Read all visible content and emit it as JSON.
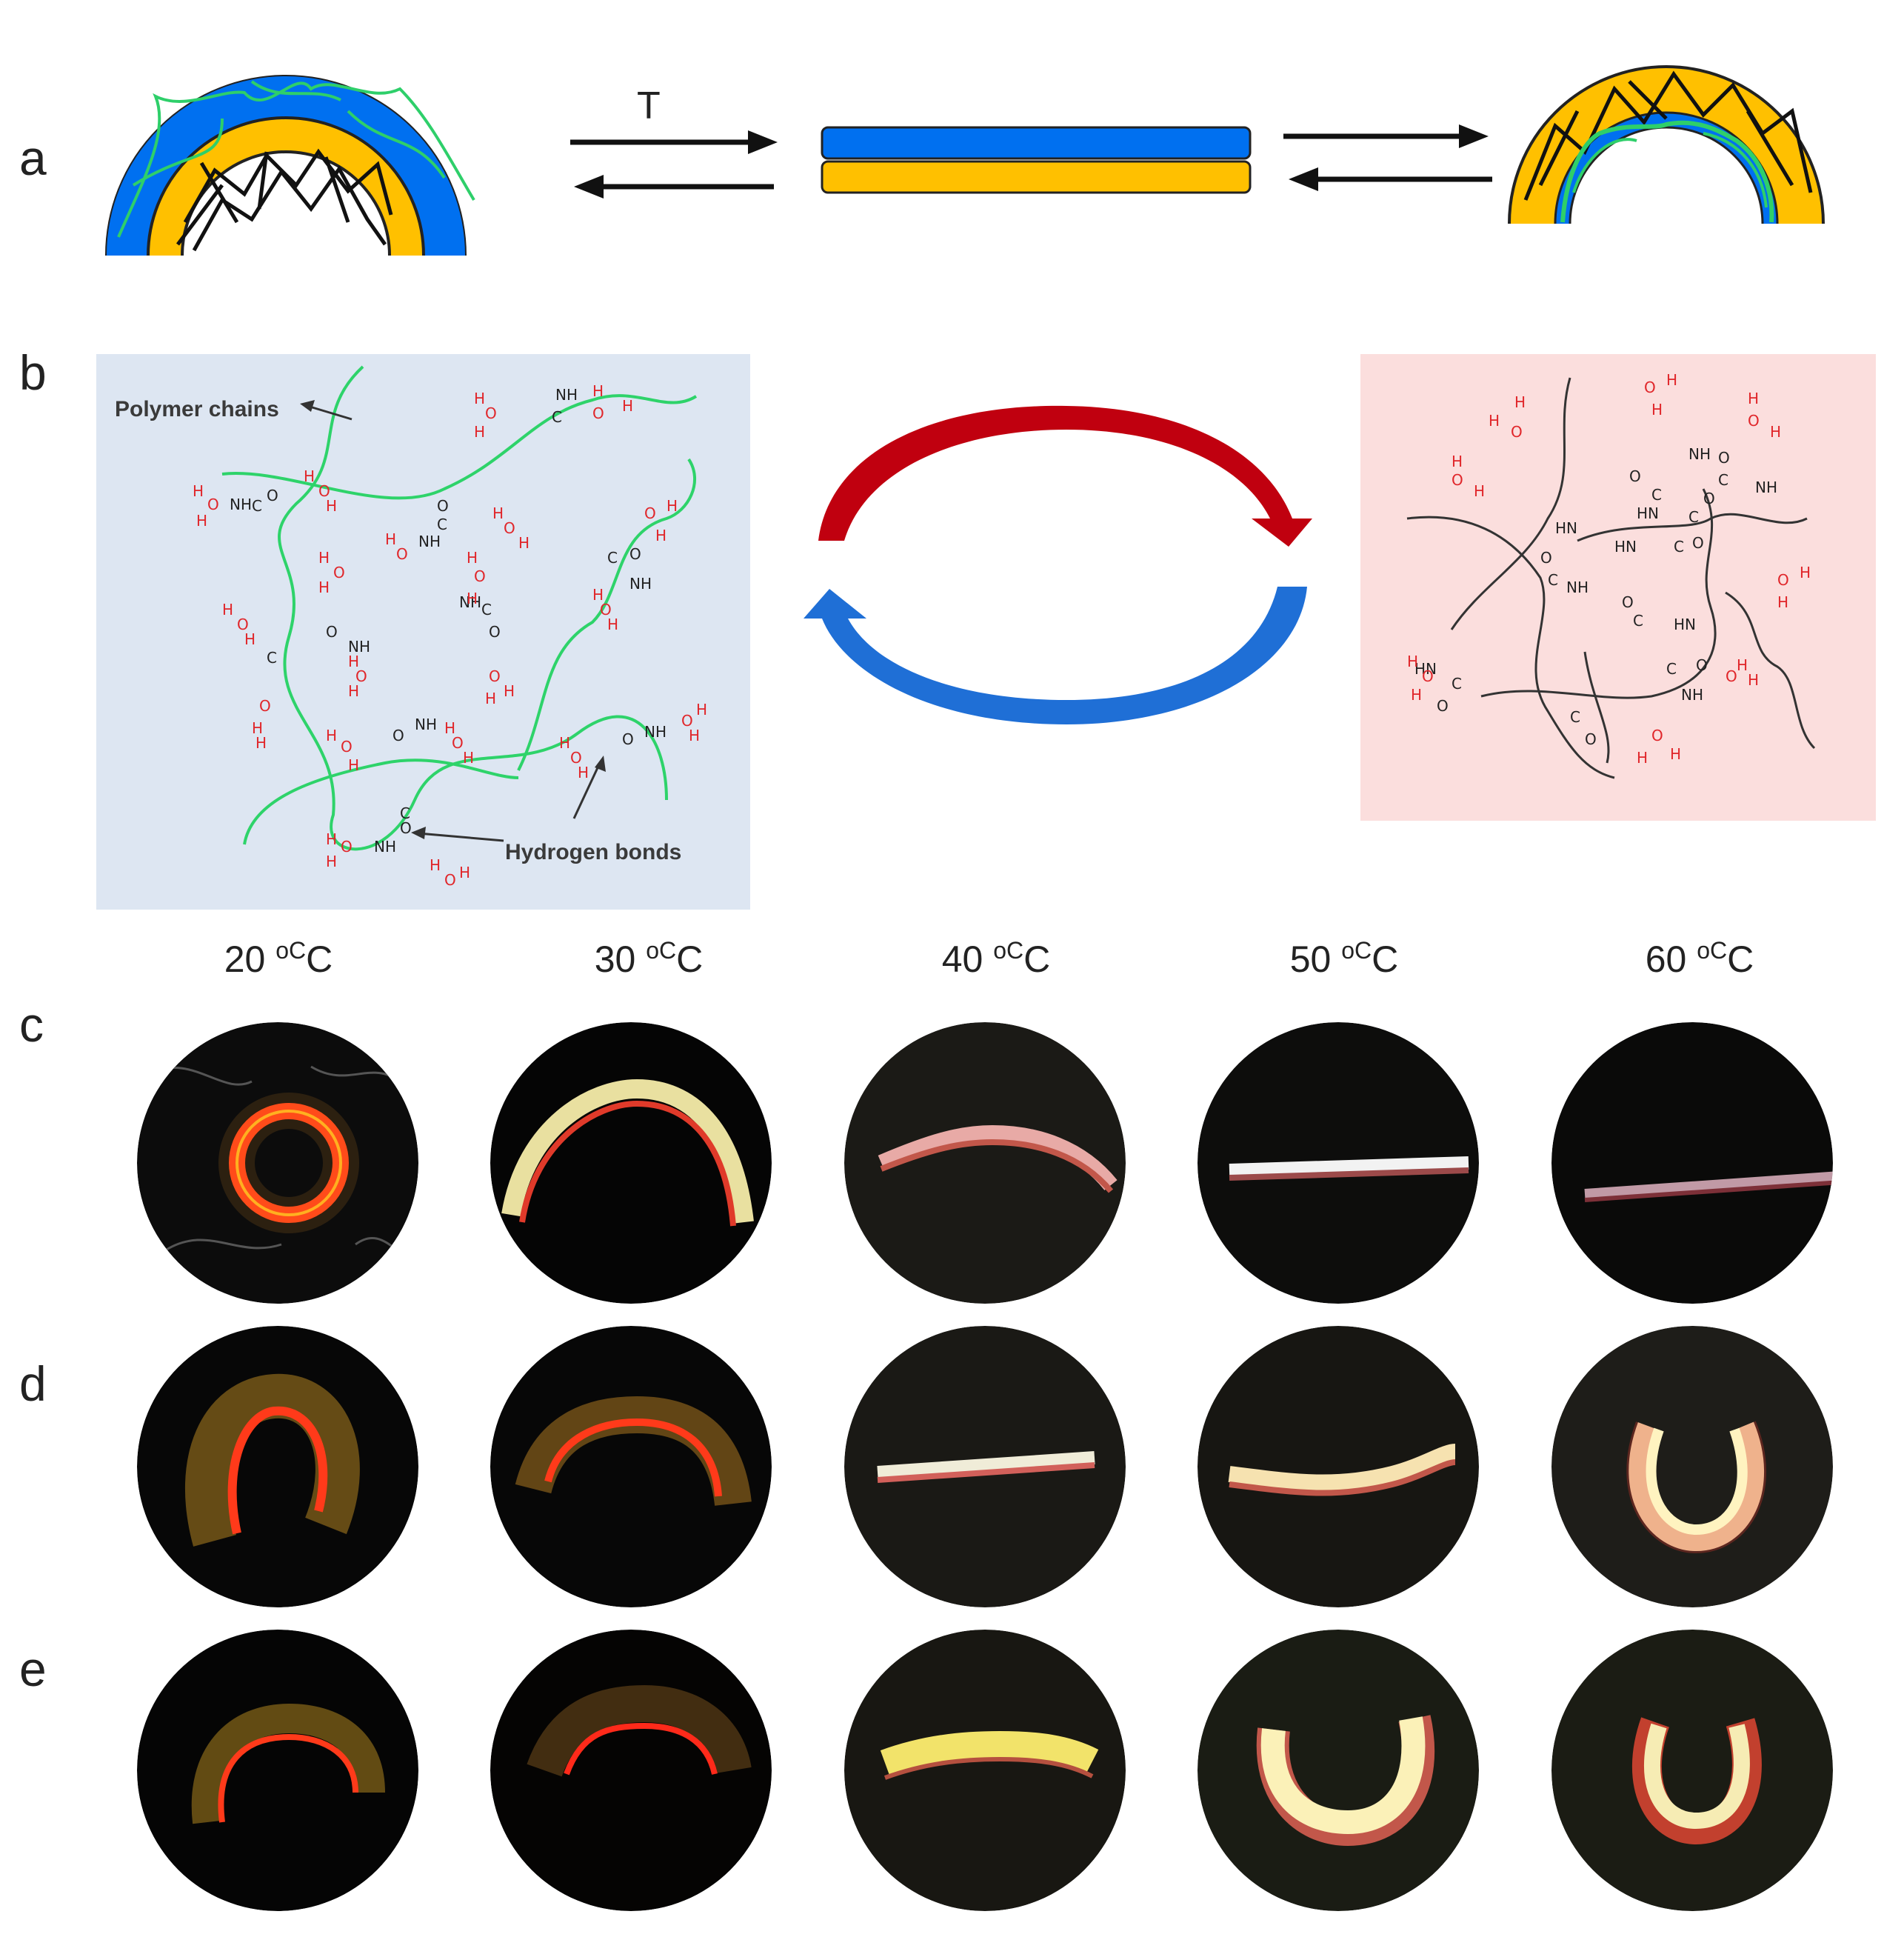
{
  "panels": {
    "a": "a",
    "b": "b",
    "c": "c",
    "d": "d",
    "e": "e"
  },
  "panel_a": {
    "arrow_label": "T"
  },
  "panel_b": {
    "polymer_label": "Polymer chains",
    "hbond_label": "Hydrogen bonds",
    "colors": {
      "left_bg": "#dde6f2",
      "right_bg": "#fbdedd",
      "hot_arrow": "#c0000f",
      "cold_arrow": "#1f6fd6",
      "chain_green": "#2ed36a"
    }
  },
  "temperatures": [
    {
      "value": "20",
      "unit": "oC"
    },
    {
      "value": "30",
      "unit": "oC"
    },
    {
      "value": "40",
      "unit": "oC"
    },
    {
      "value": "50",
      "unit": "oC"
    },
    {
      "value": "60",
      "unit": "oC"
    }
  ],
  "colors": {
    "blue_layer": "#0070f0",
    "yellow_layer": "#ffc000"
  }
}
